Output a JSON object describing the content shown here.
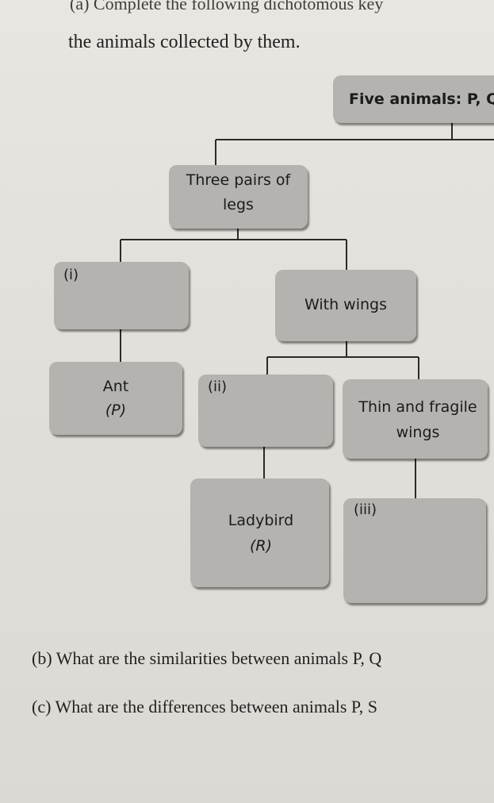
{
  "header": {
    "line1": "(a) Complete the following dichotomous key",
    "line2": "the animals collected by them."
  },
  "key": {
    "root": "Five animals: P, Q",
    "legs_line1": "Three pairs of",
    "legs_line2": "legs",
    "blank_i_label": "(i)",
    "wings": "With wings",
    "ant": "Ant",
    "ant_code": "(P)",
    "blank_ii_label": "(ii)",
    "thin_line1": "Thin and fragile",
    "thin_line2": "wings",
    "ladybird": "Ladybird",
    "ladybird_code": "(R)",
    "blank_iii_label": "(iii)"
  },
  "questions": {
    "b": "(b) What are the similarities between animals P, Q",
    "c": "(c) What are the differences between animals P, S"
  }
}
